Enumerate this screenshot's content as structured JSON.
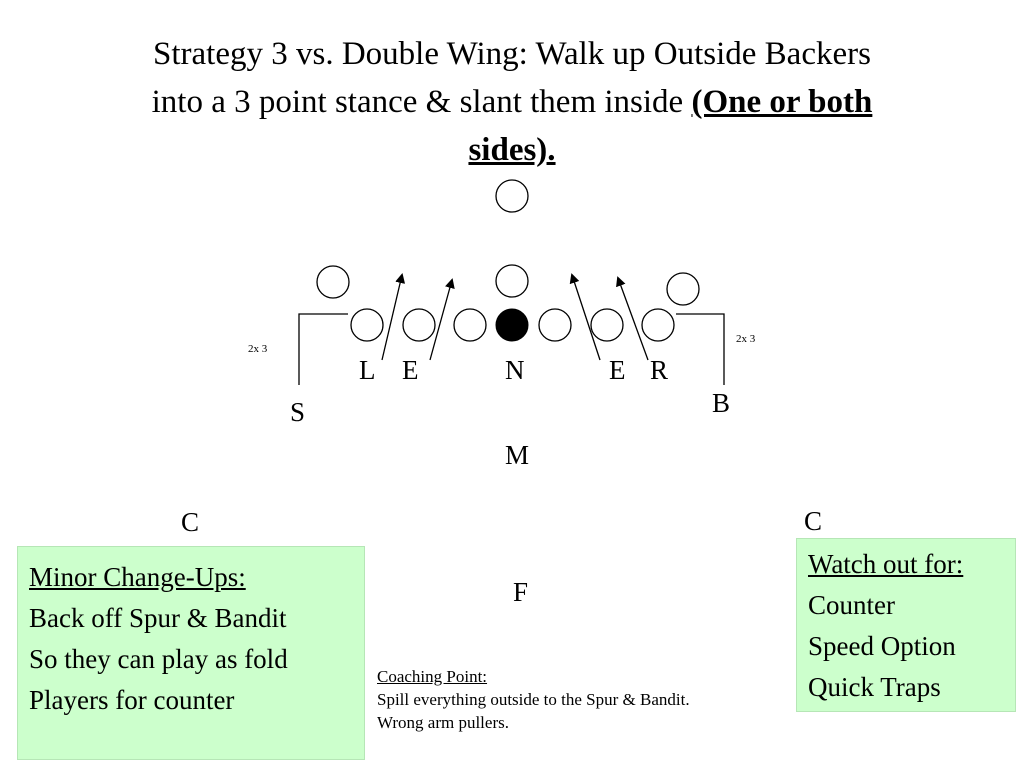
{
  "title": {
    "line1": "Strategy 3 vs. Double Wing: Walk up Outside Backers",
    "line2": "into a 3 point stance & slant them inside",
    "emphasis": "(One or both",
    "emphasis2": "sides)."
  },
  "diagram": {
    "labels": {
      "L": "L",
      "E_left": "E",
      "N": "N",
      "E_right": "E",
      "R": "R",
      "S": "S",
      "B": "B",
      "M": "M",
      "C_left": "C",
      "C_right": "C",
      "F": "F",
      "split_left": "2x 3",
      "split_right": "2x 3"
    }
  },
  "box_left": {
    "heading": "Minor Change-Ups:",
    "lines": [
      "Back off Spur & Bandit",
      "So they can play as fold",
      "Players for counter"
    ]
  },
  "box_right": {
    "heading": "Watch out for:",
    "lines": [
      "Counter",
      "Speed Option",
      "Quick Traps"
    ]
  },
  "coaching": {
    "heading": "Coaching Point:",
    "lines": [
      "Spill everything outside to the Spur & Bandit.",
      "Wrong arm pullers."
    ]
  },
  "colors": {
    "box_fill": "#ccffcc",
    "ink": "#000000"
  }
}
